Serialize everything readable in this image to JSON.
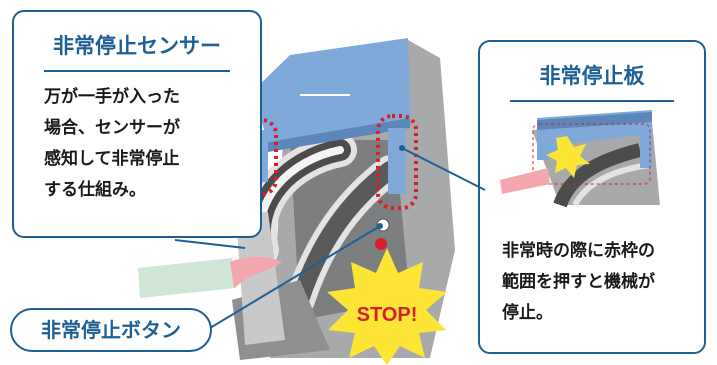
{
  "sensor_callout": {
    "title": "非常停止センサー",
    "lines": [
      "万が一手が入った",
      "場合、センサーが",
      "感知して非常停止",
      "する仕組み。"
    ]
  },
  "plate_callout": {
    "title": "非常停止板",
    "lines": [
      "非常時の際に赤枠の",
      "範囲を押すと機械が",
      "停止。"
    ]
  },
  "button_label": "非常停止ボタン",
  "stop_burst": "STOP!",
  "colors": {
    "accent": "#1e5f96",
    "machine_blue": "#7ea9d9",
    "machine_gray": "#a8a9ab",
    "alert_red": "#d81e2c",
    "burst_yellow": "#fde535"
  }
}
